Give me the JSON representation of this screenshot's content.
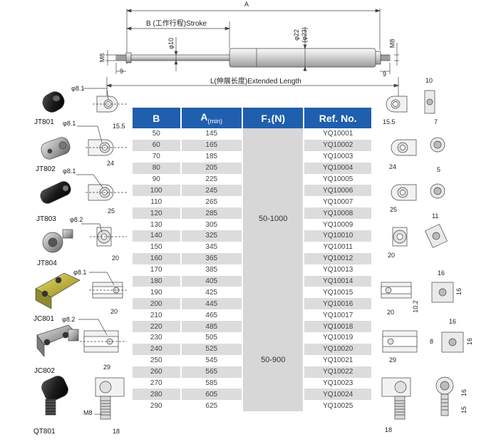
{
  "top_drawing": {
    "dim_A": "A",
    "dim_stroke": "B (工作行程)Stroke",
    "dim_rod": "φ10",
    "dim_body_1": "φ22",
    "dim_body_2": "(φ23)",
    "thread_left": "M8",
    "thread_right": "M8",
    "end_left": "9",
    "end_right": "9",
    "extended_length": "L(伸展长度)Extended Length"
  },
  "table": {
    "headers": [
      "B",
      "A",
      "F₁(N)",
      "Ref. No."
    ],
    "header_a_sub": "(min)",
    "force_1": "50-1000",
    "force_2": "50-900",
    "rows": [
      {
        "b": "50",
        "a": "145",
        "ref": "YQ10001"
      },
      {
        "b": "60",
        "a": "165",
        "ref": "YQ10002"
      },
      {
        "b": "70",
        "a": "185",
        "ref": "YQ10003"
      },
      {
        "b": "80",
        "a": "205",
        "ref": "YQ10004"
      },
      {
        "b": "90",
        "a": "225",
        "ref": "YQ10005"
      },
      {
        "b": "100",
        "a": "245",
        "ref": "YQ10006"
      },
      {
        "b": "110",
        "a": "265",
        "ref": "YQ10007"
      },
      {
        "b": "120",
        "a": "285",
        "ref": "YQ10008"
      },
      {
        "b": "130",
        "a": "305",
        "ref": "YQ10009"
      },
      {
        "b": "140",
        "a": "325",
        "ref": "YQ10010"
      },
      {
        "b": "150",
        "a": "345",
        "ref": "YQ10011"
      },
      {
        "b": "160",
        "a": "365",
        "ref": "YQ10012"
      },
      {
        "b": "170",
        "a": "385",
        "ref": "YQ10013"
      },
      {
        "b": "180",
        "a": "405",
        "ref": "YQ10014"
      },
      {
        "b": "190",
        "a": "425",
        "ref": "YQ10015"
      },
      {
        "b": "200",
        "a": "445",
        "ref": "YQ10016"
      },
      {
        "b": "210",
        "a": "465",
        "ref": "YQ10017"
      },
      {
        "b": "220",
        "a": "485",
        "ref": "YQ10018"
      },
      {
        "b": "230",
        "a": "505",
        "ref": "YQ10019"
      },
      {
        "b": "240",
        "a": "525",
        "ref": "YQ10020"
      },
      {
        "b": "250",
        "a": "545",
        "ref": "YQ10021"
      },
      {
        "b": "260",
        "a": "565",
        "ref": "YQ10022"
      },
      {
        "b": "270",
        "a": "585",
        "ref": "YQ10023"
      },
      {
        "b": "280",
        "a": "605",
        "ref": "YQ10024"
      },
      {
        "b": "290",
        "a": "625",
        "ref": "YQ10025"
      }
    ]
  },
  "fittings": [
    {
      "name": "JT801",
      "hole": "φ8.1",
      "left_dim": "15.5",
      "right_dim": "15.5",
      "width_dim": "10"
    },
    {
      "name": "JT802",
      "hole": "φ8.1",
      "left_dim": "24",
      "right_dim": "24",
      "width_dim": "7"
    },
    {
      "name": "JT803",
      "hole": "φ8.1",
      "left_dim": "25",
      "right_dim": "25",
      "width_dim": "5"
    },
    {
      "name": "JT804",
      "hole": "φ8.2",
      "left_dim": "20",
      "right_dim": "20",
      "width_dim": "11"
    },
    {
      "name": "JC801",
      "hole": "φ8.1",
      "left_dim": "20",
      "right_dim": "20",
      "width_dim": "16",
      "height_dim": "16",
      "slot_dim": "10.2"
    },
    {
      "name": "JC802",
      "hole": "φ8.2",
      "left_dim": "29",
      "right_dim": "29",
      "width_dim": "16",
      "height_dim": "16",
      "slot_dim": "8"
    },
    {
      "name": "QT801",
      "thread": "M8",
      "left_dim": "18",
      "right_dim": "18",
      "height_dim_1": "16",
      "height_dim_2": "15"
    }
  ],
  "colors": {
    "header_blue": "#1f5fae",
    "row_grey": "#dcdcdc",
    "force_grey": "#d7d7d7",
    "part_dark": "#1a1a1a",
    "part_brass": "#b8b042"
  }
}
